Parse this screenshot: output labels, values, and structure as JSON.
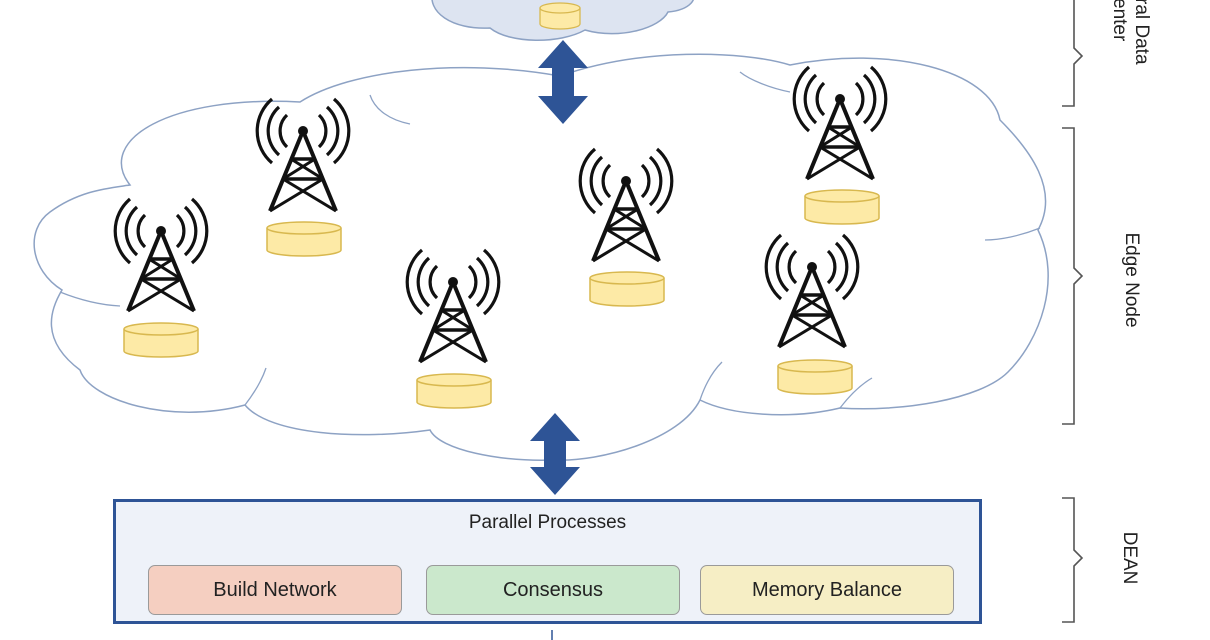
{
  "labels": {
    "central_data_center": "ral Data\nenter",
    "edge_node": "Edge Node",
    "dean": "DEAN"
  },
  "dean_panel": {
    "title": "Parallel Processes",
    "processes": [
      {
        "label": "Build Network",
        "color": "#f5cfc1"
      },
      {
        "label": "Consensus",
        "color": "#cbe8cc"
      },
      {
        "label": "Memory Balance",
        "color": "#f6eec5"
      }
    ]
  },
  "colors": {
    "arrow": "#2e5496",
    "cloud_stroke": "#8da2c4",
    "top_cloud_fill": "#dde4f1",
    "database_fill": "#fdeaa6",
    "database_stroke": "#d8b84f",
    "tower": "#111111"
  },
  "icons": {
    "tower": "radio-tower-icon",
    "database": "database-icon",
    "arrow": "double-arrow-icon",
    "bracket": "curly-bracket-icon"
  }
}
